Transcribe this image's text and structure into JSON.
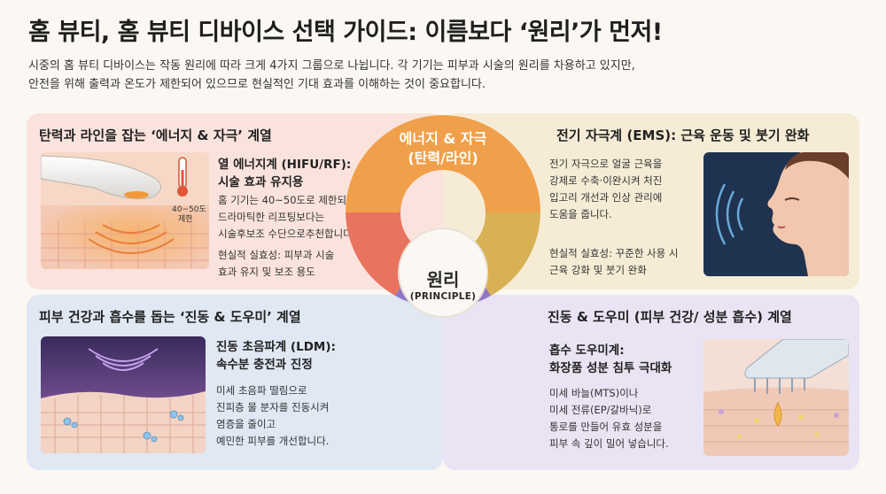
{
  "title": "홈 뷰티, 홈 뷰티 디바이스 선택 가이드: 이름보다 ‘원리’가 먼저!",
  "intro": [
    "시중의 홈 뷰티 디바이스는 작동 원리에 따라 크게 4가지 그룹으로 나뉩니다. 각 기기는 피부과 시술의 원리를 차용하고 있지만,",
    "안전을 위해 출력과 온도가 제한되어 있으므로 현실적인 기대 효과를 이해하는 것이 중요합니다."
  ],
  "center": {
    "main": "원리",
    "sub": "(PRINCIPLE)"
  },
  "segment_top": {
    "line1": "에너지 & 자극",
    "line2": "(탄력/라인)"
  },
  "colors": {
    "segment_red": "#e8745f",
    "segment_orange": "#f0a04a",
    "segment_gold": "#d7b153",
    "segment_purple": "#8e76c5"
  },
  "panels": {
    "energy": {
      "title": "탄력과 라인을 잡는 ‘에너지 & 자극’ 계열",
      "subtitle": [
        "열 에너지계 (HIFU/RF):",
        "시술 효과 유지용"
      ],
      "body": [
        "홈 기기는 40~50도로 제한되어",
        "드라마틱한 리프팅보다는",
        "시술후보조 수단으로추천합니다."
      ],
      "effect": [
        "현실적 실효성: 피부과 시술",
        "효과 유지 및 보조 용도"
      ],
      "thermo_label": [
        "40~50도",
        "제한"
      ],
      "icon": "hifu-device-illustration"
    },
    "ems": {
      "title": "전기 자극계 (EMS): 근육 운동 및 붓기 완화",
      "body": [
        "전기 자극으로 얼굴 근육을",
        "강제로 수축·이완시켜 처진",
        "입고리 개선과 인상 관리에",
        "도움을 줍니다."
      ],
      "effect": [
        "현실적 실효성: 꾸준한 사용 시",
        "근육 강화 및 붓기 완화"
      ],
      "icon": "face-ems-illustration"
    },
    "vibration": {
      "title": "피부 건강과 흡수를 돕는 ‘진동 & 도우미’ 계열",
      "subtitle": [
        "진동 초음파계 (LDM):",
        "속수분 충전과 진정"
      ],
      "body": [
        "미세 초음파 떨림으로",
        "진피층 물 분자를 진동시켜",
        "염증을 줄이고",
        "예민한 피부를 개선합니다."
      ],
      "icon": "ultrasound-skin-illustration"
    },
    "absorption": {
      "title": "진동 & 도우미 (피부 건강/   성분 흡수) 계열",
      "subtitle": [
        "흡수 도우미계:",
        "화장품 성분 침투 극대화"
      ],
      "body": [
        "미세 바늘(MTS)이나",
        "미세 전류(EP/갈바닉)로",
        "통로를 만들어 유효 성분을",
        "피부 속 깊이 밀어 넣습니다."
      ],
      "icon": "microneedle-illustration"
    }
  }
}
